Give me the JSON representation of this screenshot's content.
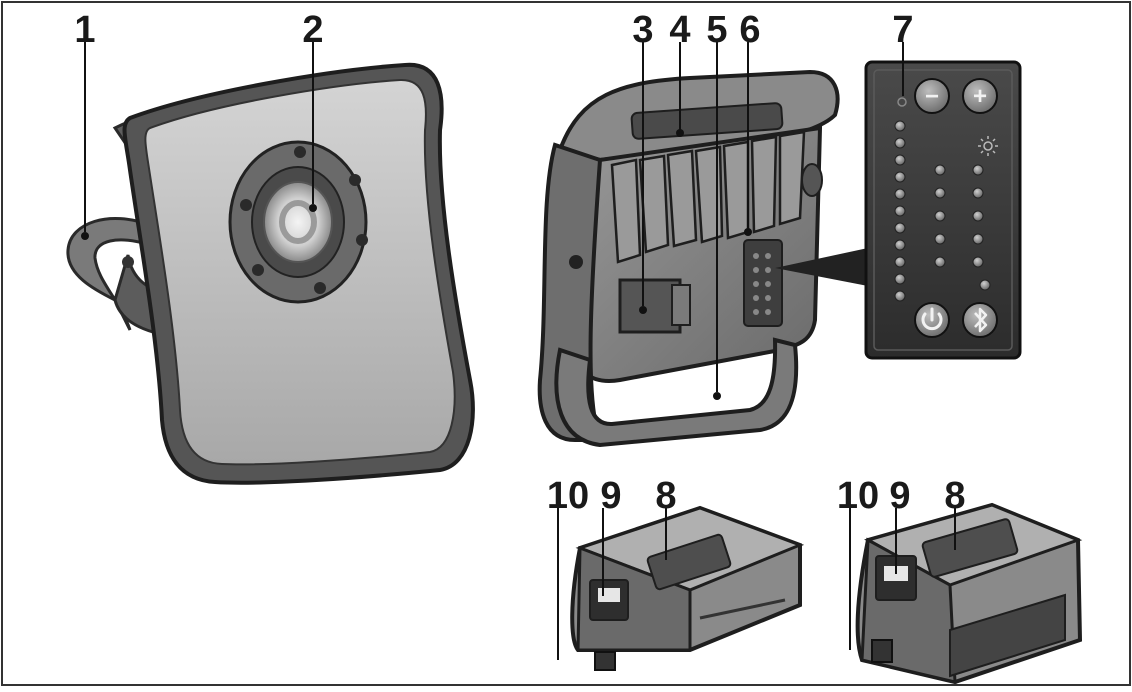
{
  "callouts": {
    "c1": "1",
    "c2": "2",
    "c3": "3",
    "c4": "4",
    "c5": "5",
    "c6": "6",
    "c7": "7",
    "c8a": "8",
    "c9a": "9",
    "c10a": "10",
    "c8b": "8",
    "c9b": "9",
    "c10b": "10"
  },
  "control_panel": {
    "minus_symbol": "−",
    "plus_symbol": "+",
    "brightness_icon": "sun-icon",
    "power_icon": "power-icon",
    "bluetooth_icon": "bluetooth-icon"
  }
}
